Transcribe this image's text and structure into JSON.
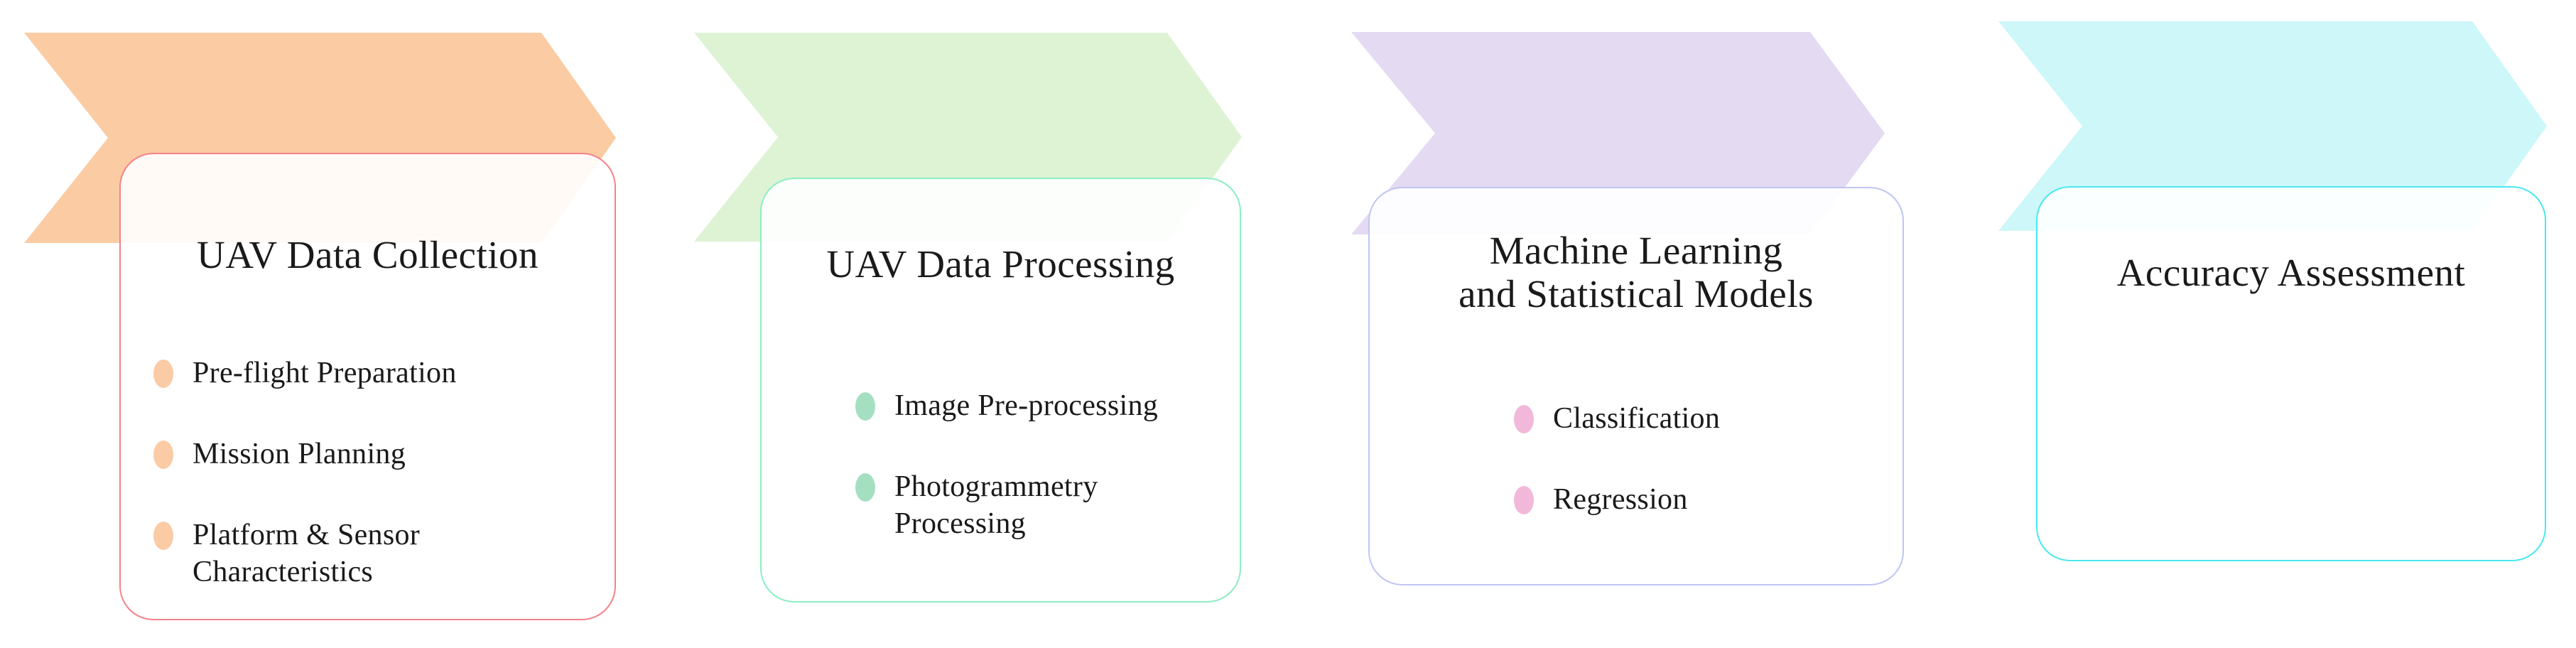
{
  "diagram": {
    "description": "UAV workflow process diagram with four chevron stages",
    "background_color": "#ffffff",
    "text_color": "#1a1a1a",
    "stages": [
      {
        "id": "uav-data-collection",
        "title_lines": [
          "UAV Data Collection"
        ],
        "bullets": [
          [
            "Pre-flight Preparation"
          ],
          [
            "Mission Planning"
          ],
          [
            "Platform & Sensor",
            "Characteristics"
          ]
        ],
        "arrow_color": "#FBCBA3",
        "border_color": "#F5828A",
        "dot_color": "#FACBA4"
      },
      {
        "id": "uav-data-processing",
        "title_lines": [
          "UAV Data Processing"
        ],
        "bullets": [
          [
            "Image Pre-processing"
          ],
          [
            "Photogrammetry",
            "Processing"
          ]
        ],
        "arrow_color": "#DEF3D4",
        "border_color": "#8CEEC3",
        "dot_color": "#A5DFC1"
      },
      {
        "id": "machine-learning-statistical-models",
        "title_lines": [
          "Machine Learning",
          "and Statistical Models"
        ],
        "bullets": [
          [
            "Classification"
          ],
          [
            "Regression"
          ]
        ],
        "arrow_color": "#E4DAF2",
        "border_color": "#BFC5F4",
        "dot_color": "#F2B8D9"
      },
      {
        "id": "accuracy-assessment",
        "title_lines": [
          "Accuracy Assessment"
        ],
        "bullets": [],
        "arrow_color": "#CDF7F9",
        "border_color": "#4AE8EF",
        "dot_color": "#9BE8EC"
      }
    ]
  }
}
